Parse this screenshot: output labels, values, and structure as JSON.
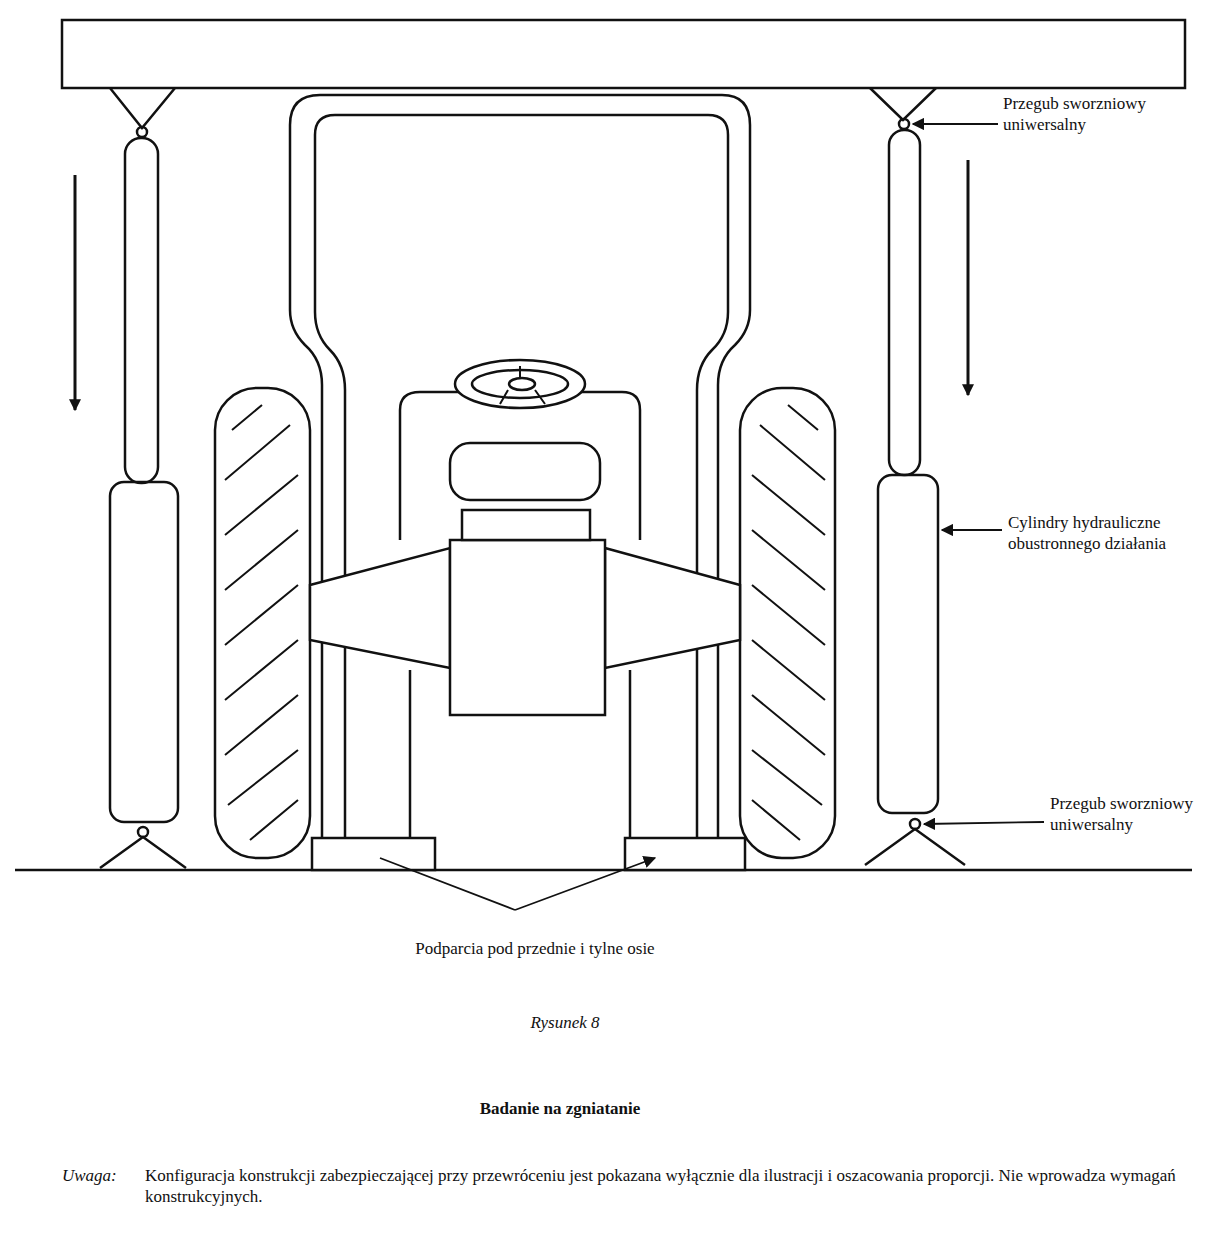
{
  "diagram": {
    "title": "Badanie na zgniatanie",
    "caption": "Rysunek 8",
    "labels": [
      "Przegub sworzniowy uniwersalny",
      "Cylindry hydrauliczne obustronnego działania",
      "Przegub sworzniowy uniwersalny",
      "Podparcia pod przednie i tylne osie",
      "Uwaga:",
      "Konfiguracja konstrukcji zabezpieczającej przy przewróceniu jest pokazana wyłącznie dla ilustracji i oszacowania proporcji. Nie wprowadza wymagań konstrukcyjnych."
    ]
  }
}
